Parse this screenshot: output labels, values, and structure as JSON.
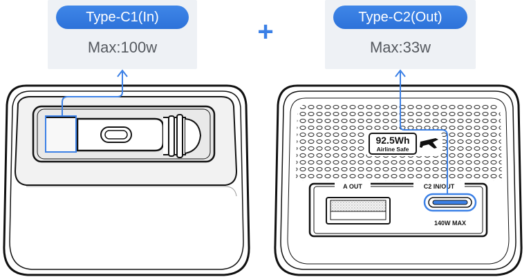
{
  "left_callout": {
    "port": "Type-C1(In)",
    "max": "Max:100w"
  },
  "right_callout": {
    "port": "Type-C2(Out)",
    "max": "Max:33w"
  },
  "plus_sign": "+",
  "device_right": {
    "capacity": "92.5Wh",
    "airline": "Airline Safe",
    "a_out": "A OUT",
    "c2_label": "C2 IN/OUT",
    "max_label": "140W MAX"
  },
  "colors": {
    "accent": "#3b80e6",
    "callout_bg": "#eef1f5",
    "outline": "#111111"
  }
}
